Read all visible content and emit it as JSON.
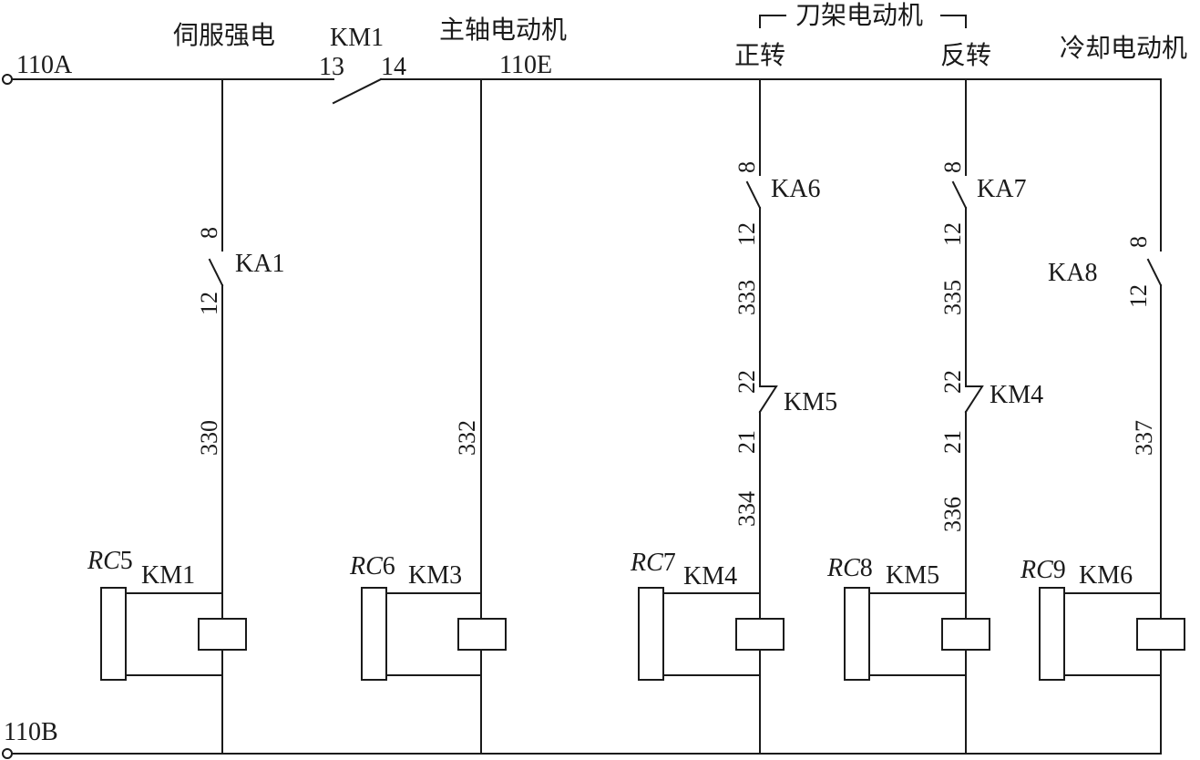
{
  "headings": {
    "servo_power": "伺服强电",
    "spindle_motor": "主轴电动机",
    "turret_motor": "刀架电动机",
    "forward": "正转",
    "reverse": "反转",
    "coolant_motor": "冷却电动机"
  },
  "bus": {
    "top_label": "110A",
    "top_after_km1": "110E",
    "bottom_label": "110B"
  },
  "km1_contact": {
    "label": "KM1",
    "pin_a": "13",
    "pin_b": "14"
  },
  "relays": {
    "ka1": {
      "label": "KA1",
      "pin_top": "8",
      "pin_bottom": "12"
    },
    "ka6": {
      "label": "KA6",
      "pin_top": "8",
      "pin_bottom": "12"
    },
    "ka7": {
      "label": "KA7",
      "pin_top": "8",
      "pin_bottom": "12"
    },
    "ka8": {
      "label": "KA8",
      "pin_top": "8",
      "pin_bottom": "12"
    }
  },
  "interlocks": {
    "km5": {
      "label": "KM5",
      "pin_top": "22",
      "pin_bottom": "21"
    },
    "km4": {
      "label": "KM4",
      "pin_top": "22",
      "pin_bottom": "21"
    }
  },
  "wire_numbers": {
    "w330": "330",
    "w332": "332",
    "w333": "333",
    "w334": "334",
    "w335": "335",
    "w336": "336",
    "w337": "337"
  },
  "coils": [
    {
      "rc_letters": "RC",
      "rc_num": "5",
      "coil": "KM1"
    },
    {
      "rc_letters": "RC",
      "rc_num": "6",
      "coil": "KM3"
    },
    {
      "rc_letters": "RC",
      "rc_num": "7",
      "coil": "KM4"
    },
    {
      "rc_letters": "RC",
      "rc_num": "8",
      "coil": "KM5"
    },
    {
      "rc_letters": "RC",
      "rc_num": "9",
      "coil": "KM6"
    }
  ]
}
